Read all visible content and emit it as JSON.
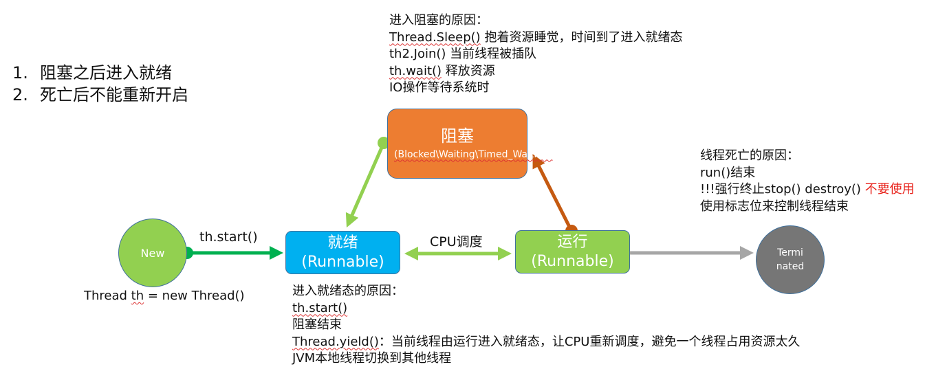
{
  "notes": {
    "items": [
      {
        "num": "1.",
        "text": "阻塞之后进入就绪"
      },
      {
        "num": "2.",
        "text": "死亡后不能重新开启"
      }
    ]
  },
  "states": {
    "new": {
      "label": "New"
    },
    "runnable": {
      "line1": "就绪",
      "line2": "(Runnable)"
    },
    "running": {
      "line1": "运行",
      "line2": "(Runnable)"
    },
    "blocked": {
      "line1": "阻塞",
      "line2": "(Blocked\\Waiting\\Timed_Waiting)"
    },
    "terminated": {
      "line1": "Termi",
      "line2": "nated"
    }
  },
  "edges": {
    "start_label": "th.start()",
    "schedule_label": "CPU调度"
  },
  "new_caption": {
    "pre": "Thread ",
    "var": "th",
    "post": " = new Thread()"
  },
  "blocked_reasons": {
    "title": "进入阻塞的原因：",
    "line1_code": "Thread.Sleep()",
    "line1_text": " 抱着资源睡觉，时间到了进入就绪态",
    "line2": "th2.Join() 当前线程被插队",
    "line3_code": "th.wait()",
    "line3_text": " 释放资源",
    "line4": "IO操作等待系统时"
  },
  "death_reasons": {
    "title": "线程死亡的原因：",
    "line1": "run()结束",
    "line2_text": "!!!强行终止stop() destroy() ",
    "line2_warn": "不要使用",
    "line3": "使用标志位来控制线程结束"
  },
  "runnable_reasons": {
    "title": "进入就绪态的原因：",
    "line1": "th.start()",
    "line2": "阻塞结束",
    "line3_code": "Thread.yield()",
    "line3_text": "：当前线程由运行进入就绪态，让CPU重新调度，避免一个线程占用资源太久",
    "line4": "JVM本地线程切换到其他线程"
  },
  "colors": {
    "new_fill": "#92d050",
    "runnable_fill": "#00b0f0",
    "running_fill": "#92d050",
    "blocked_fill": "#ed7d31",
    "terminated_fill": "#767676",
    "start_arrow": "#00b050",
    "schedule_arrow": "#92d050",
    "run_to_block_arrow": "#c55a11",
    "terminate_arrow": "#a6a6a6",
    "warn_text": "#e8221b"
  }
}
